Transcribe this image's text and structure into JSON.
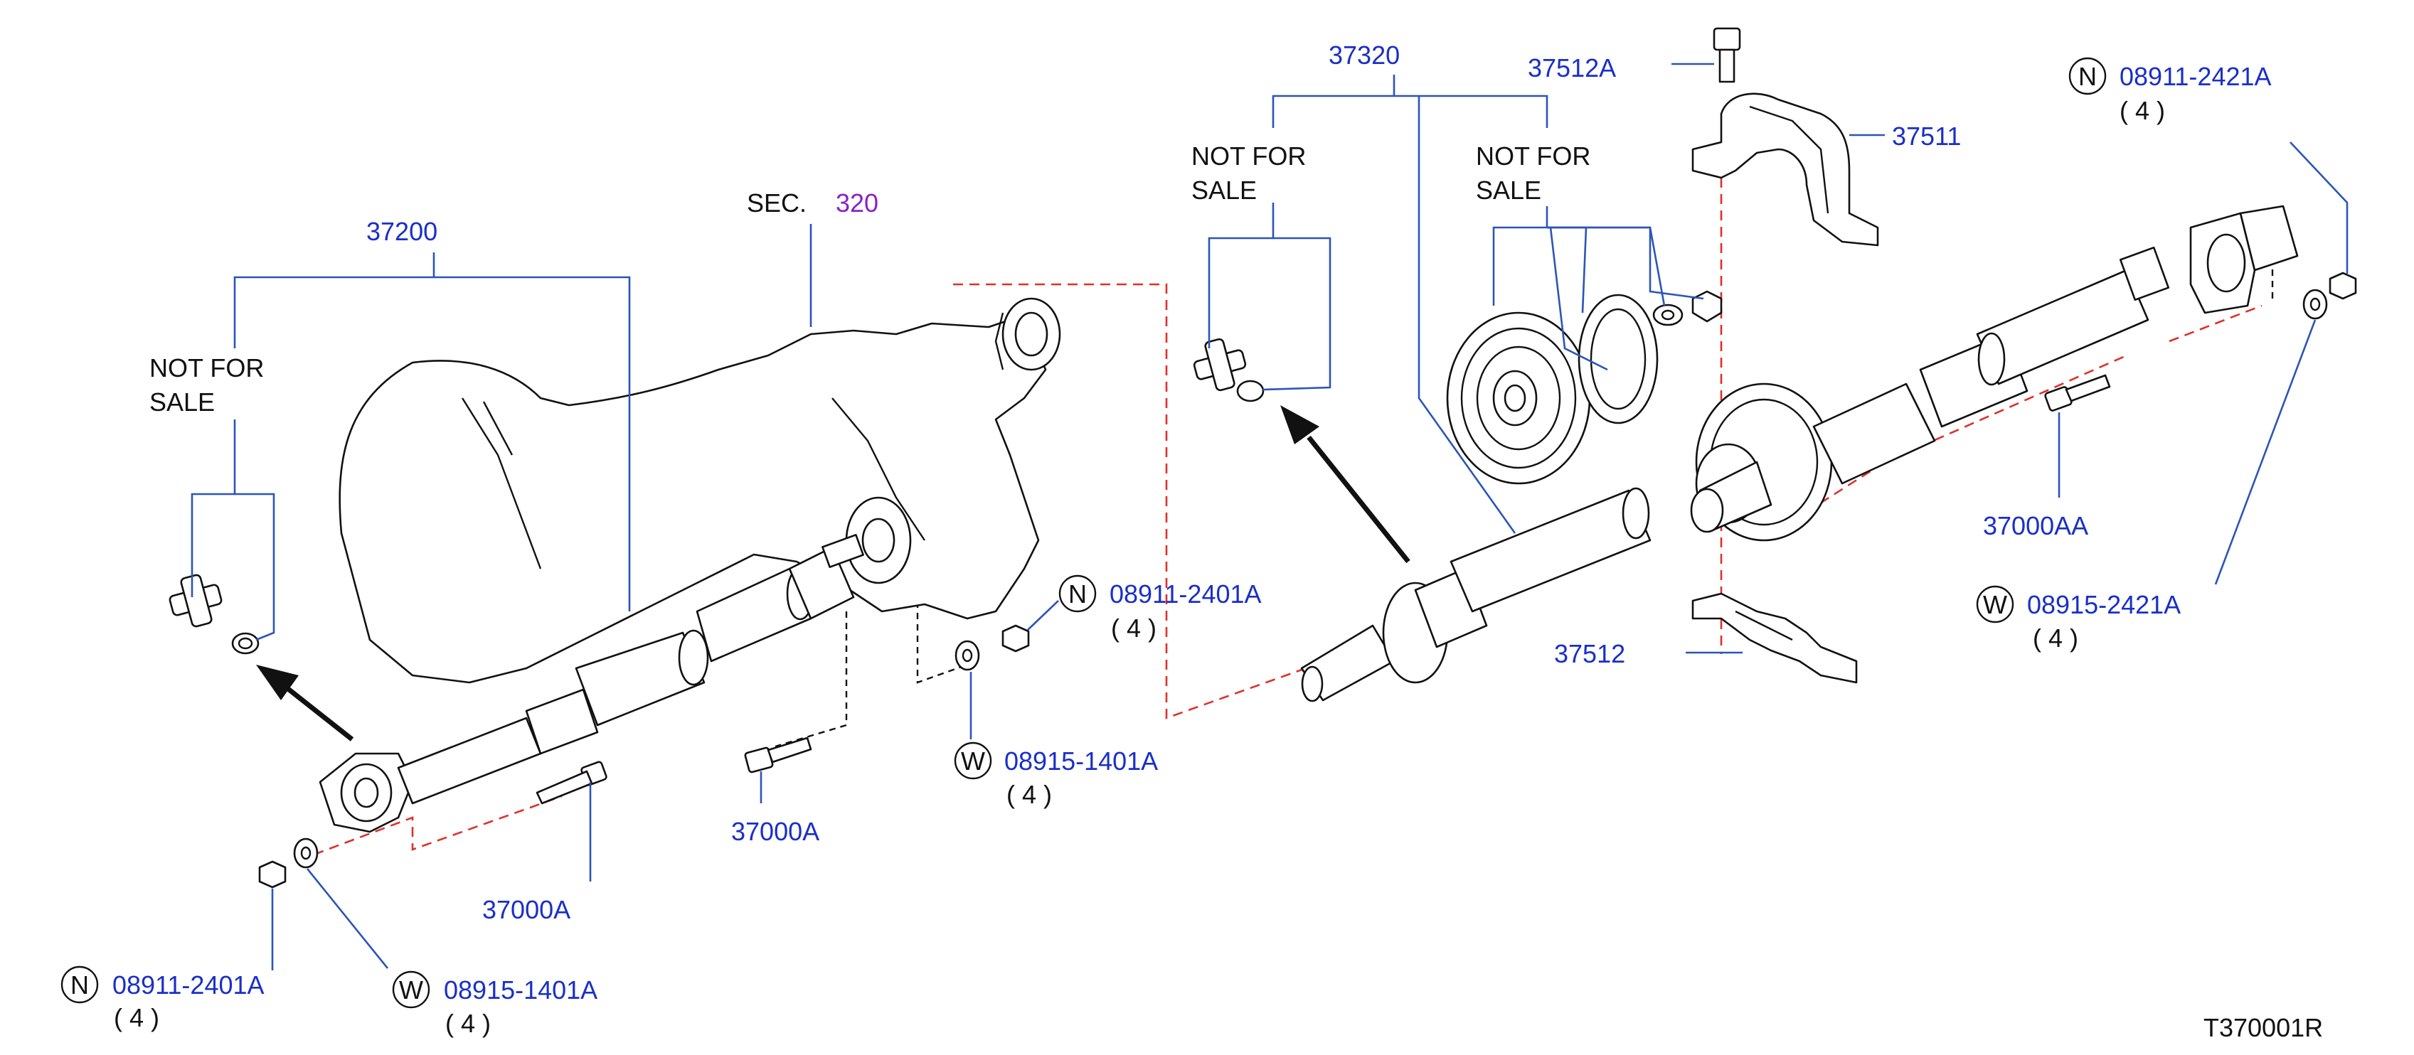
{
  "diagram": {
    "colors": {
      "part_number": "#1a2fc8",
      "section_ref": "#8a22c8",
      "leader": "#2b55b8",
      "hidden_line": "#e0302a",
      "text": "#111111"
    },
    "labels": {
      "p37200": "37200",
      "nfs_left_1": "NOT  FOR",
      "nfs_left_2": "SALE",
      "sec_text": "SEC.",
      "sec_num": "320",
      "p37320": "37320",
      "nfs_mid_1": "NOT  FOR",
      "nfs_mid_2": "SALE",
      "nfs_right_1": "NOT  FOR",
      "nfs_right_2": "SALE",
      "p37512A": "37512A",
      "p37511": "37511",
      "p37512": "37512",
      "p37000AA": "37000AA",
      "p37000A_mid": "37000A",
      "p37000A_left": "37000A",
      "nut_mid_letter": "N",
      "nut_mid_pn": "08911-2401A",
      "nut_mid_qty": "( 4 )",
      "washer_mid_letter": "W",
      "washer_mid_pn": "08915-1401A",
      "washer_mid_qty": "( 4 )",
      "nut_left_letter": "N",
      "nut_left_pn": "08911-2401A",
      "nut_left_qty": "( 4 )",
      "washer_left_letter": "W",
      "washer_left_pn": "08915-1401A",
      "washer_left_qty": "( 4 )",
      "nut_right_letter": "N",
      "nut_right_pn": "08911-2421A",
      "nut_right_qty": "( 4 )",
      "washer_right_letter": "W",
      "washer_right_pn": "08915-2421A",
      "washer_right_qty": "( 4 )",
      "figure_code": "T370001R"
    }
  }
}
